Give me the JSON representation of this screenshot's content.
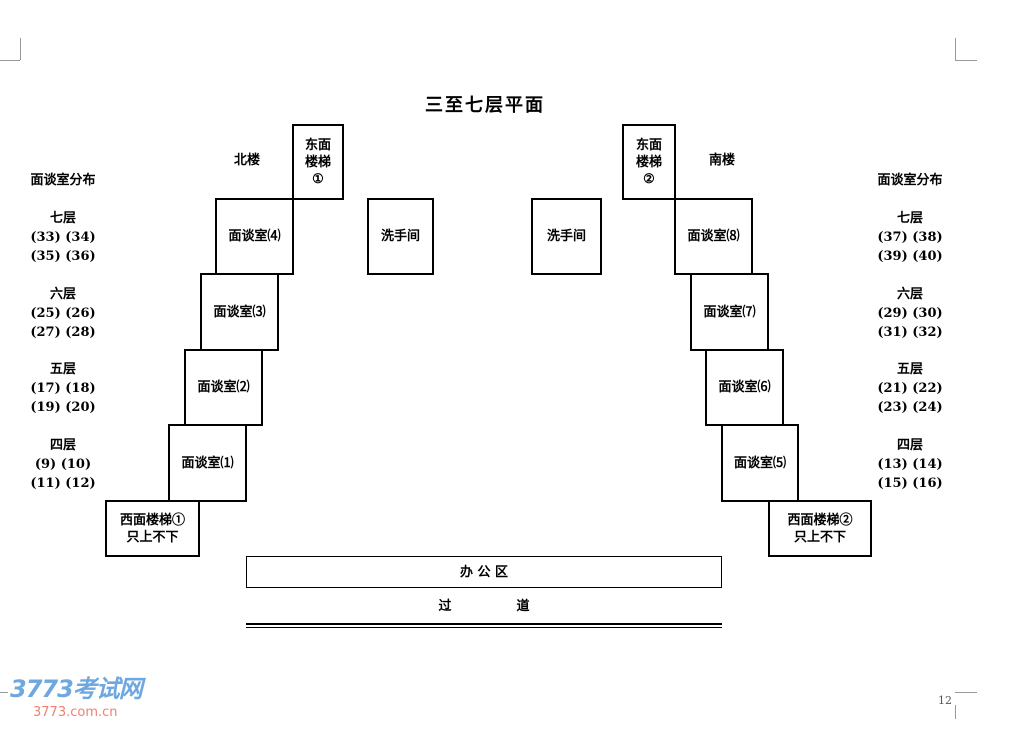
{
  "title": "三至七层平面",
  "north": "北楼",
  "south": "南楼",
  "left_legend": {
    "heading": "面谈室分布",
    "floors": [
      {
        "name": "七层",
        "r1": "(33) (34)",
        "r2": "(35) (36)"
      },
      {
        "name": "六层",
        "r1": "(25) (26)",
        "r2": "(27) (28)"
      },
      {
        "name": "五层",
        "r1": "(17) (18)",
        "r2": "(19) (20)"
      },
      {
        "name": "四层",
        "r1": "(9) (10)",
        "r2": "(11) (12)"
      }
    ]
  },
  "right_legend": {
    "heading": "面谈室分布",
    "floors": [
      {
        "name": "七层",
        "r1": "(37) (38)",
        "r2": "(39) (40)"
      },
      {
        "name": "六层",
        "r1": "(29) (30)",
        "r2": "(31) (32)"
      },
      {
        "name": "五层",
        "r1": "(21) (22)",
        "r2": "(23) (24)"
      },
      {
        "name": "四层",
        "r1": "(13) (14)",
        "r2": "(15) (16)"
      }
    ]
  },
  "rooms": {
    "east1_a": "东面",
    "east1_b": "楼梯",
    "east1_c": "①",
    "east2_a": "东面",
    "east2_b": "楼梯",
    "east2_c": "②",
    "r1": "面谈室⑴",
    "r2": "面谈室⑵",
    "r3": "面谈室⑶",
    "r4": "面谈室⑷",
    "r5": "面谈室⑸",
    "r6": "面谈室⑹",
    "r7": "面谈室⑺",
    "r8": "面谈室⑻",
    "wc": "洗手间",
    "west1_a": "西面楼梯①",
    "west1_b": "只上不下",
    "west2_a": "西面楼梯②",
    "west2_b": "只上不下",
    "office": "办 公 区",
    "corridor": "过　　　　　道"
  },
  "footer": {
    "logo": "3773考试网",
    "logo_url": "3773.com.cn",
    "page": "12"
  }
}
